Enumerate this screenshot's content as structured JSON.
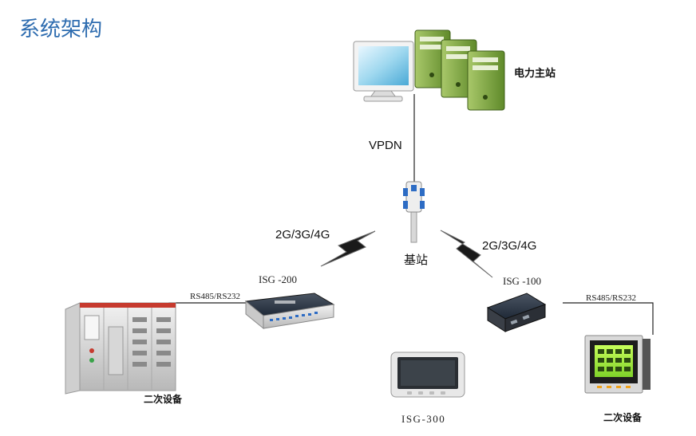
{
  "title": "系统架构",
  "colors": {
    "title": "#2f6db0",
    "line": "#222222",
    "lightning": "#1a1a1a",
    "server_green": "#7ea33f",
    "monitor_screen": "#9fd8ef",
    "cabinet": "#e6e6e6",
    "cabinet_red": "#c63a2e"
  },
  "nodes": {
    "master_station": {
      "label": "电力主站",
      "icon": "server-workstation-icon"
    },
    "base_station": {
      "label": "基站",
      "icon": "cell-tower-icon"
    },
    "isg200": {
      "label": "ISG -200",
      "icon": "gateway-device-icon"
    },
    "isg100": {
      "label": "ISG -100",
      "icon": "gateway-device-icon"
    },
    "isg300": {
      "label": "ISG-300",
      "icon": "hmi-panel-icon"
    },
    "secondary_left": {
      "label": "二次设备",
      "icon": "switchgear-cabinet-icon"
    },
    "secondary_right": {
      "label": "二次设备",
      "icon": "power-meter-icon"
    }
  },
  "links": {
    "vpdn": "VPDN",
    "wireless_left": "2G/3G/4G",
    "wireless_right": "2G/3G/4G",
    "serial_left": "RS485/RS232",
    "serial_right": "RS485/RS232"
  }
}
